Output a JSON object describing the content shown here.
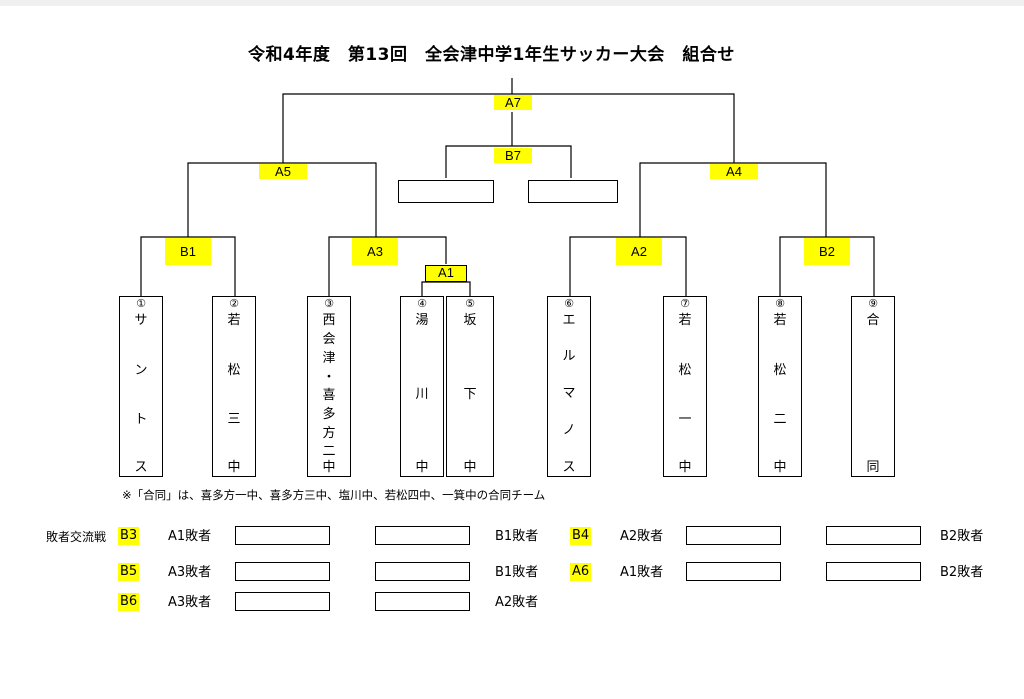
{
  "title": "令和4年度　第13回　全会津中学1年生サッカー大会　組合せ",
  "matches": {
    "A7": "A7",
    "B7": "B7",
    "A5": "A5",
    "A4": "A4",
    "B1": "B1",
    "A3": "A3",
    "A2": "A2",
    "B2": "B2",
    "A1": "A1"
  },
  "teams": [
    {
      "num": "①",
      "chars": [
        "サ",
        "ン",
        "ト",
        "ス"
      ]
    },
    {
      "num": "②",
      "chars": [
        "若",
        "松",
        "三",
        "中"
      ]
    },
    {
      "num": "③",
      "chars": [
        "西",
        "会",
        "津",
        "・",
        "喜",
        "多",
        "方",
        "二",
        "中"
      ]
    },
    {
      "num": "④",
      "chars": [
        "湯",
        "川",
        "中"
      ]
    },
    {
      "num": "⑤",
      "chars": [
        "坂",
        "下",
        "中"
      ]
    },
    {
      "num": "⑥",
      "chars": [
        "エ",
        "ル",
        "マ",
        "ノ",
        "ス"
      ]
    },
    {
      "num": "⑦",
      "chars": [
        "若",
        "松",
        "一",
        "中"
      ]
    },
    {
      "num": "⑧",
      "chars": [
        "若",
        "松",
        "二",
        "中"
      ]
    },
    {
      "num": "⑨",
      "chars": [
        "合",
        "同"
      ]
    }
  ],
  "note": "※「合同」は、喜多方一中、喜多方三中、塩川中、若松四中、一箕中の合同チーム",
  "consolation": {
    "heading": "敗者交流戦",
    "rows": [
      {
        "code": "B3",
        "left": "A1敗者",
        "right": "B1敗者"
      },
      {
        "code": "B4",
        "left": "A2敗者",
        "right": "B2敗者"
      },
      {
        "code": "B5",
        "left": "A3敗者",
        "right": "B1敗者"
      },
      {
        "code": "A6",
        "left": "A1敗者",
        "right": "B2敗者"
      },
      {
        "code": "B6",
        "left": "A3敗者",
        "right": "A2敗者"
      }
    ]
  }
}
